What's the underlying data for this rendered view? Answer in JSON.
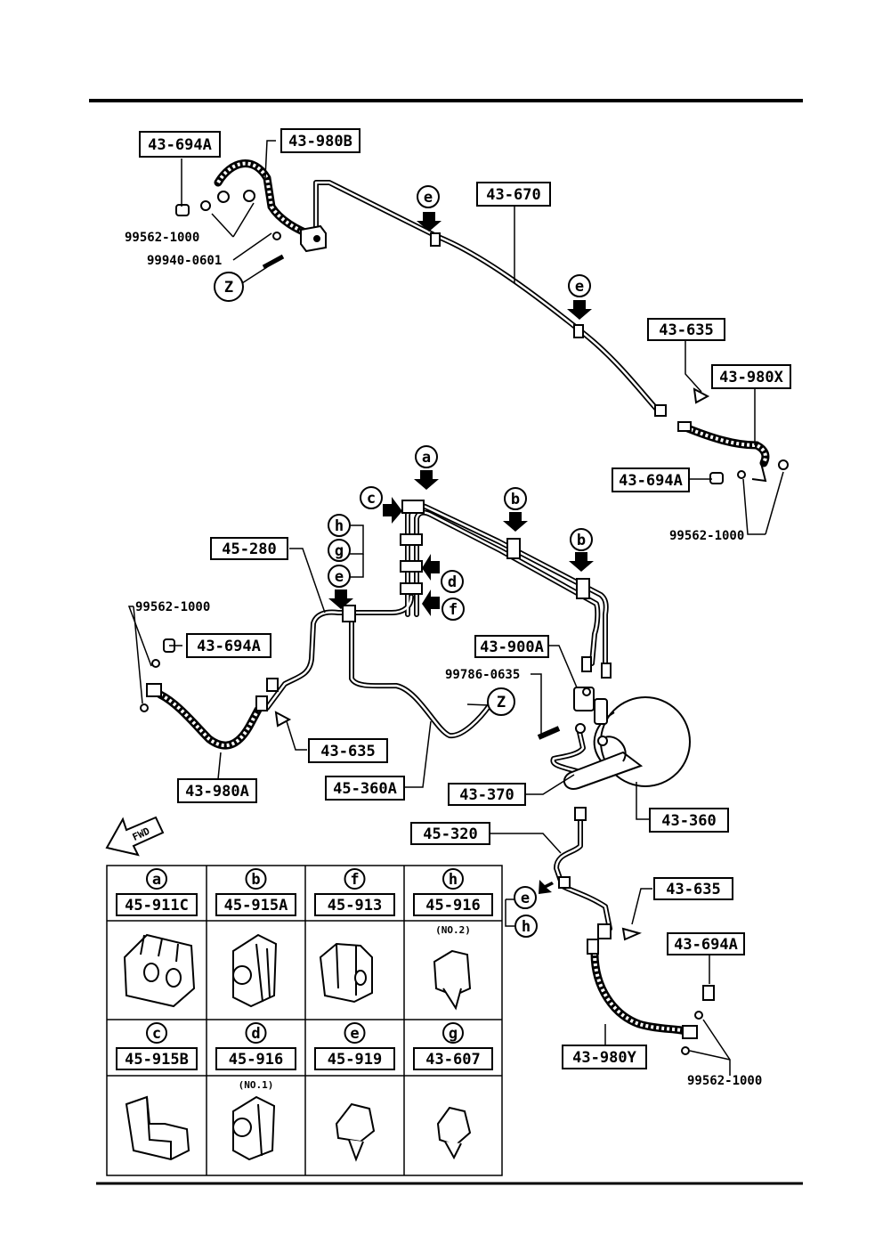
{
  "callouts": [
    {
      "id": "c-43-694A-top",
      "text": "43-694A"
    },
    {
      "id": "c-43-980B",
      "text": "43-980B"
    },
    {
      "id": "c-43-670",
      "text": "43-670"
    },
    {
      "id": "c-43-635-right",
      "text": "43-635"
    },
    {
      "id": "c-43-980X",
      "text": "43-980X"
    },
    {
      "id": "c-43-694A-right",
      "text": "43-694A"
    },
    {
      "id": "c-45-280",
      "text": "45-280"
    },
    {
      "id": "c-43-694A-left",
      "text": "43-694A"
    },
    {
      "id": "c-43-635-left",
      "text": "43-635"
    },
    {
      "id": "c-43-980A",
      "text": "43-980A"
    },
    {
      "id": "c-45-360A",
      "text": "45-360A"
    },
    {
      "id": "c-43-900A",
      "text": "43-900A"
    },
    {
      "id": "c-43-370",
      "text": "43-370"
    },
    {
      "id": "c-43-360",
      "text": "43-360"
    },
    {
      "id": "c-45-320",
      "text": "45-320"
    },
    {
      "id": "c-43-635-lower",
      "text": "43-635"
    },
    {
      "id": "c-43-694A-lower",
      "text": "43-694A"
    },
    {
      "id": "c-43-980Y",
      "text": "43-980Y"
    }
  ],
  "part_numbers": [
    {
      "id": "pn-99562-top",
      "text": "99562-1000"
    },
    {
      "id": "pn-99940",
      "text": "99940-0601"
    },
    {
      "id": "pn-99562-right",
      "text": "99562-1000"
    },
    {
      "id": "pn-99562-left",
      "text": "99562-1000"
    },
    {
      "id": "pn-99786",
      "text": "99786-0635"
    },
    {
      "id": "pn-99562-lower",
      "text": "99562-1000"
    }
  ],
  "circle_letters": [
    {
      "id": "z-top",
      "text": "Z"
    },
    {
      "id": "z-mid",
      "text": "Z"
    },
    {
      "id": "e-1",
      "text": "e"
    },
    {
      "id": "e-2",
      "text": "e"
    },
    {
      "id": "a-1",
      "text": "a"
    },
    {
      "id": "c-1",
      "text": "c"
    },
    {
      "id": "b-1",
      "text": "b"
    },
    {
      "id": "b-2",
      "text": "b"
    },
    {
      "id": "h-1",
      "text": "h"
    },
    {
      "id": "g-1",
      "text": "g"
    },
    {
      "id": "e-3",
      "text": "e"
    },
    {
      "id": "d-1",
      "text": "d"
    },
    {
      "id": "f-1",
      "text": "f"
    },
    {
      "id": "e-4",
      "text": "e"
    },
    {
      "id": "h-2",
      "text": "h"
    }
  ],
  "fwd_label": "FWD",
  "clip_table": [
    {
      "key": "a",
      "part": "45-911C",
      "note": ""
    },
    {
      "key": "b",
      "part": "45-915A",
      "note": ""
    },
    {
      "key": "f",
      "part": "45-913",
      "note": ""
    },
    {
      "key": "h",
      "part": "45-916",
      "note": "(NO.2)"
    },
    {
      "key": "c",
      "part": "45-915B",
      "note": ""
    },
    {
      "key": "d",
      "part": "45-916",
      "note": "(NO.1)"
    },
    {
      "key": "e",
      "part": "45-919",
      "note": ""
    },
    {
      "key": "g",
      "part": "43-607",
      "note": ""
    }
  ]
}
